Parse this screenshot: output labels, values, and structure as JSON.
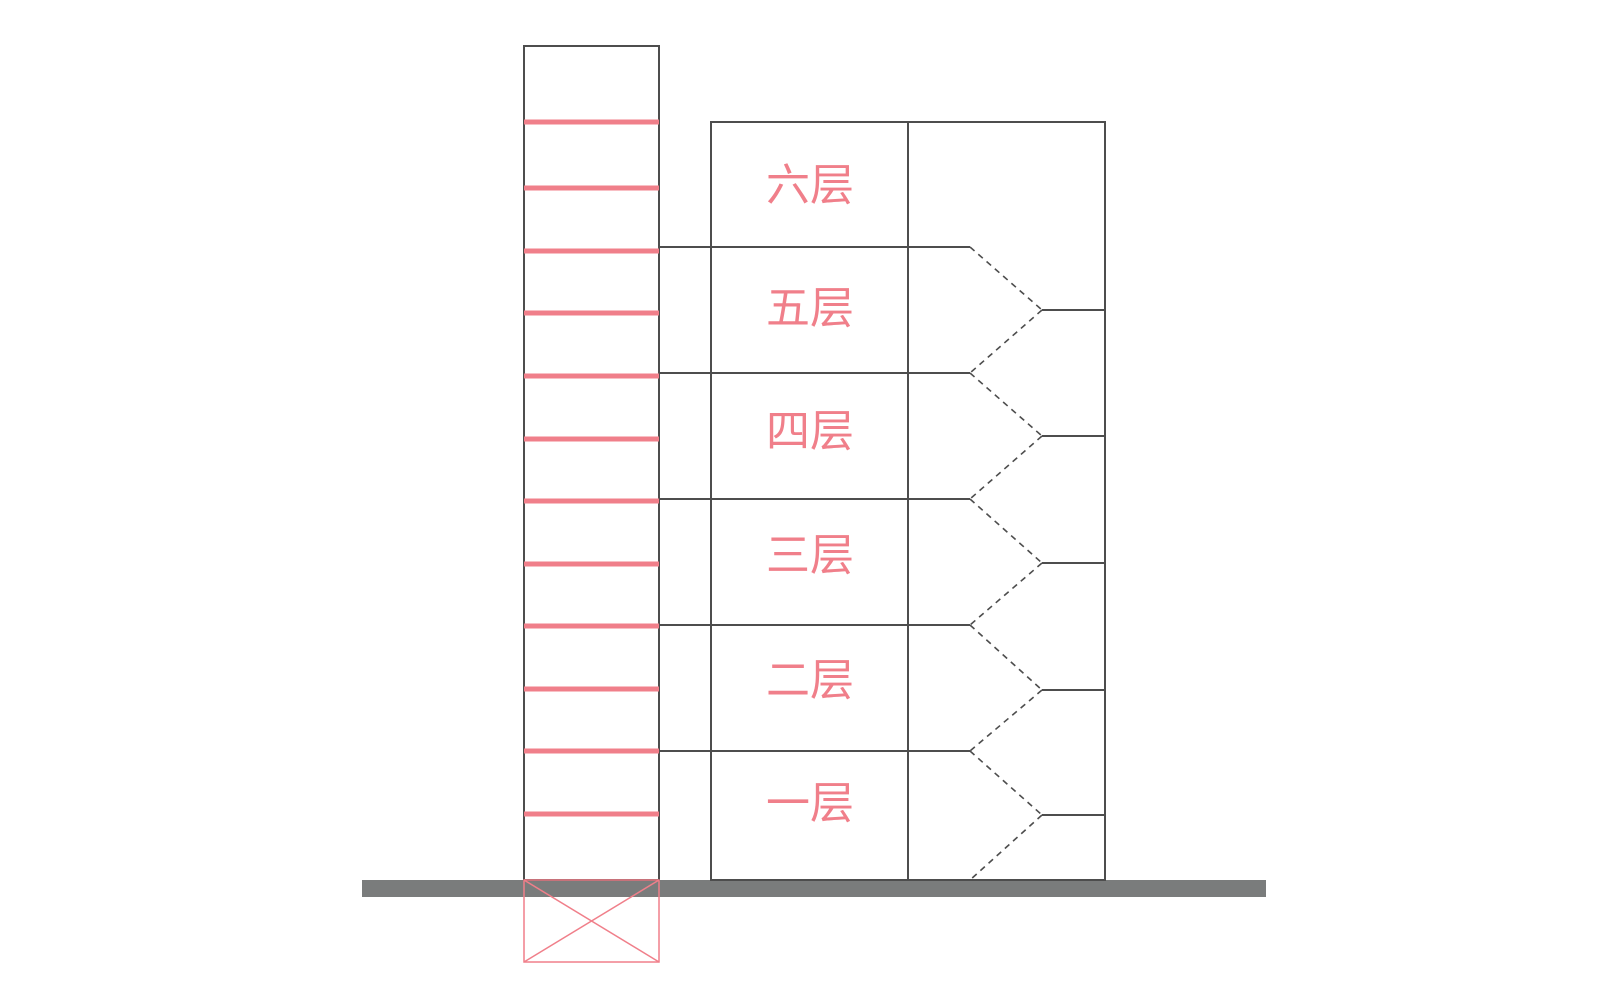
{
  "colors": {
    "outline": "#4d4d4d",
    "accent": "#f07f8a",
    "ground": "#7a7c7c",
    "background": "#ffffff"
  },
  "floors": [
    {
      "label": "一层"
    },
    {
      "label": "二层"
    },
    {
      "label": "三层"
    },
    {
      "label": "四层"
    },
    {
      "label": "五层"
    },
    {
      "label": "六层"
    }
  ],
  "shaft": {
    "landing_lines": 12
  }
}
